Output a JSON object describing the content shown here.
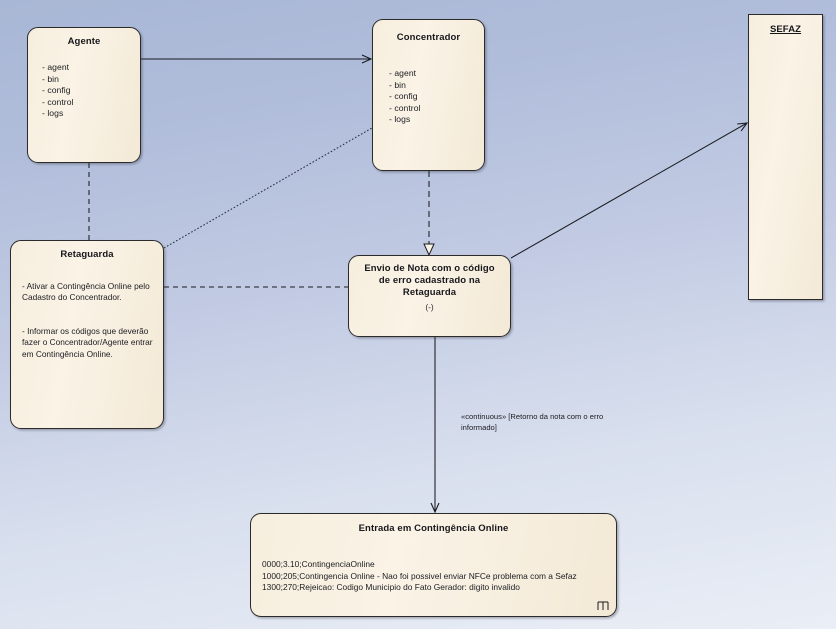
{
  "diagram": {
    "title": "Entrada em Contingência Online",
    "background_top_color": "#a9b7d6",
    "background_bottom_color": "#eaeef6",
    "node_fill_color": "#f7efdf",
    "node_border_color": "#2b2b2b"
  },
  "nodes": {
    "agente": {
      "title": "Agente",
      "attributes": [
        "- agent",
        "- bin",
        "- config",
        "- control",
        "- logs"
      ]
    },
    "concentrador": {
      "title": "Concentrador",
      "attributes": [
        "- agent",
        "- bin",
        "- config",
        "- control",
        "- logs"
      ]
    },
    "sefaz": {
      "title": "SEFAZ"
    },
    "retaguarda": {
      "title": "Retaguarda",
      "notes": [
        "- Ativar a Contingência Online pelo Cadastro do Concentrador.",
        "- Informar os códigos que deverão fazer o Concentrador/Agente entrar em Contingência Online."
      ]
    },
    "envio": {
      "title": "Envio de Nota com o código de erro cadastrado na Retaguarda",
      "collapse_mark": "(-)"
    },
    "entrada": {
      "title": "Entrada em Contingência Online",
      "codes": [
        "0000;3.10;ContingenciaOnline",
        "1000;205;Contingencia Online - Nao foi possivel enviar NFCe problema com a Sefaz",
        "1300;270;Rejeicao: Codigo Municipio do Fato Gerador: digito invalido"
      ],
      "corner_icon": "component-icon"
    }
  },
  "edges": {
    "agente_to_concentrador": {
      "style": "solid",
      "arrow": "open"
    },
    "agente_to_retaguarda": {
      "style": "dashed",
      "arrow": "none"
    },
    "retaguarda_to_concentrador": {
      "style": "dotted",
      "arrow": "none"
    },
    "retaguarda_to_envio": {
      "style": "dashed",
      "arrow": "none"
    },
    "concentrador_to_envio": {
      "style": "dashed",
      "arrow": "hollow-triangle"
    },
    "envio_to_sefaz": {
      "style": "solid",
      "arrow": "open"
    },
    "envio_to_entrada": {
      "style": "solid",
      "arrow": "open",
      "label": "«continuous» [Retorno da nota com o erro informado]"
    }
  }
}
